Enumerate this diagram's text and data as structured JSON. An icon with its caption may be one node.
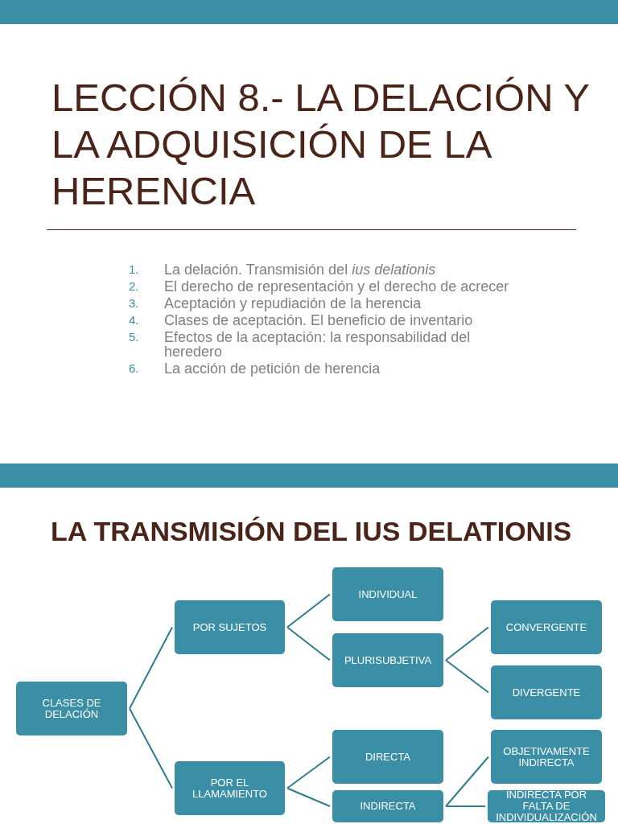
{
  "diagram": {
    "title": "LECCIÓN 8.- LA DELACIÓN Y LA ADQUISICIÓN DE LA HERENCIA",
    "nodes": [
      {
        "text": [
          "CLASES DE DELACIÓN"
        ]
      },
      {
        "text": [
          "POR SUJETOS"
        ]
      },
      {
        "text": [
          "POR EL LLAMAMIENTO"
        ]
      },
      {
        "text": [
          "INDIVIDUAL"
        ]
      },
      {
        "text": [
          "PLURISUBJETIVA"
        ]
      },
      {
        "text": [
          "DIRECTA"
        ]
      },
      {
        "text": [
          "INDIRECTA"
        ]
      },
      {
        "text": [
          "CONVERGENTE"
        ]
      },
      {
        "text": [
          "DIVERGENTE"
        ]
      },
      {
        "text": [
          "OBJETIVAMENTE INDIRECTA"
        ]
      },
      {
        "text": [
          "INDIRECTA POR FALTA DE INDIVIDUALIZACIÓN"
        ]
      }
    ],
    "edges": [
      {
        "from": 0,
        "to": 1,
        "arrow": "none"
      },
      {
        "from": 0,
        "to": 2,
        "arrow": "none"
      },
      {
        "from": 1,
        "to": 3,
        "arrow": "none"
      },
      {
        "from": 1,
        "to": 4,
        "arrow": "none"
      },
      {
        "from": 4,
        "to": 7,
        "arrow": "none"
      },
      {
        "from": 4,
        "to": 8,
        "arrow": "none"
      },
      {
        "from": 2,
        "to": 5,
        "arrow": "none"
      },
      {
        "from": 2,
        "to": 6,
        "arrow": "none"
      },
      {
        "from": 6,
        "to": 9,
        "arrow": "none"
      },
      {
        "from": 6,
        "to": 10,
        "arrow": "none"
      }
    ],
    "labels": [
      "1.",
      "La delación. Transmisión del *ius delationis*",
      "2.",
      "El derecho de representación y el derecho de acrecer",
      "3.",
      "Aceptación y repudiación de la herencia",
      "4.",
      "Clases de aceptación. El beneficio de inventario",
      "5.",
      "Efectos de la aceptación: la responsabilidad del heredero",
      "6.",
      "La acción de petición de herencia",
      "LA TRANSMISIÓN DEL IUS DELATIONIS"
    ]
  }
}
